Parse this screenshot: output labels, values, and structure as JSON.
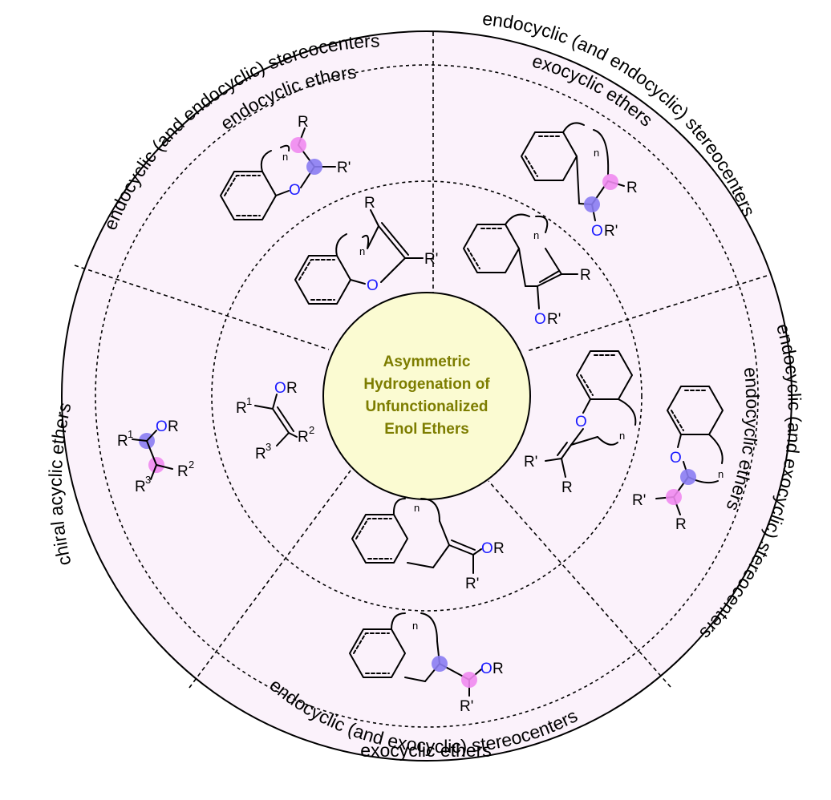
{
  "center": {
    "lines": [
      "Asymmetric",
      "Hydrogenation of",
      "Unfunctionalized",
      "Enol Ethers"
    ]
  },
  "outer_labels": {
    "top_left": [
      "endocyclic (and endocyclic) stereocenters",
      "endocyclic ethers"
    ],
    "top_right": [
      "endocyclic (and endocyclic) stereocenters",
      "exocyclic ethers"
    ],
    "right": [
      "endocyclic (and exocyclic) stereocenters",
      "endocyclic ethers"
    ],
    "bottom": [
      "endocyclic (and exocyclic) stereocenters",
      "exocyclic ethers"
    ],
    "left": [
      "chiral acyclic ethers"
    ]
  },
  "atoms": {
    "R": "R",
    "R_prime": "R'",
    "O": "O",
    "OR": "OR",
    "OR_prime": "OR'",
    "R_base": "R",
    "sup1": "1",
    "sup2": "2",
    "sup3": "3",
    "n": "n"
  },
  "colors": {
    "outer_fill": "#fbf2fb",
    "inner_fill": "#e2f5ea",
    "center_fill": "#fbfbd2",
    "center_text": "#7d7d00",
    "blue": "#1a1aff",
    "stereocenter_magenta": "#f08af0",
    "stereocenter_purple": "#8a7cf2"
  }
}
